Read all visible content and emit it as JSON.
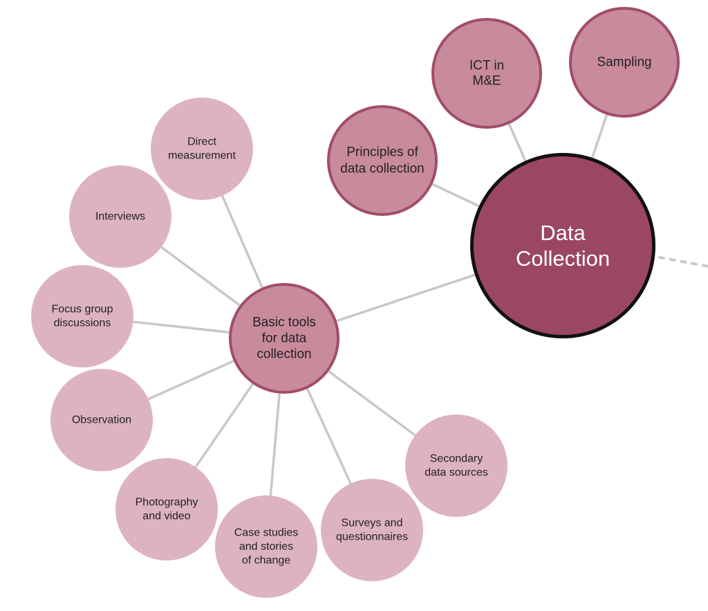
{
  "colors": {
    "center_fill": "#9b4762",
    "center_stroke": "#111111",
    "center_text": "#ffffff",
    "mid_fill": "#c98a9c",
    "mid_stroke": "#a14d68",
    "leaf_fill": "#ddb3c1",
    "text": "#222222",
    "connector": "#c8c8c8"
  },
  "center": {
    "label": [
      "Data",
      "Collection"
    ]
  },
  "topics": [
    {
      "id": "principles",
      "label": [
        "Principles of",
        "data collection"
      ]
    },
    {
      "id": "ict",
      "label": [
        "ICT in",
        "M&E"
      ]
    },
    {
      "id": "sampling",
      "label": [
        "Sampling"
      ]
    },
    {
      "id": "basic-tools",
      "label": [
        "Basic tools",
        "for data",
        "collection"
      ]
    }
  ],
  "tools": [
    {
      "id": "direct-measurement",
      "label": [
        "Direct",
        "measurement"
      ]
    },
    {
      "id": "interviews",
      "label": [
        "Interviews"
      ]
    },
    {
      "id": "focus-group",
      "label": [
        "Focus group",
        "discussions"
      ]
    },
    {
      "id": "observation",
      "label": [
        "Observation"
      ]
    },
    {
      "id": "photography",
      "label": [
        "Photography",
        "and video"
      ]
    },
    {
      "id": "case-studies",
      "label": [
        "Case studies",
        "and stories",
        "of change"
      ]
    },
    {
      "id": "surveys",
      "label": [
        "Surveys and",
        "questionnaires"
      ]
    },
    {
      "id": "secondary",
      "label": [
        "Secondary",
        "data sources"
      ]
    }
  ]
}
